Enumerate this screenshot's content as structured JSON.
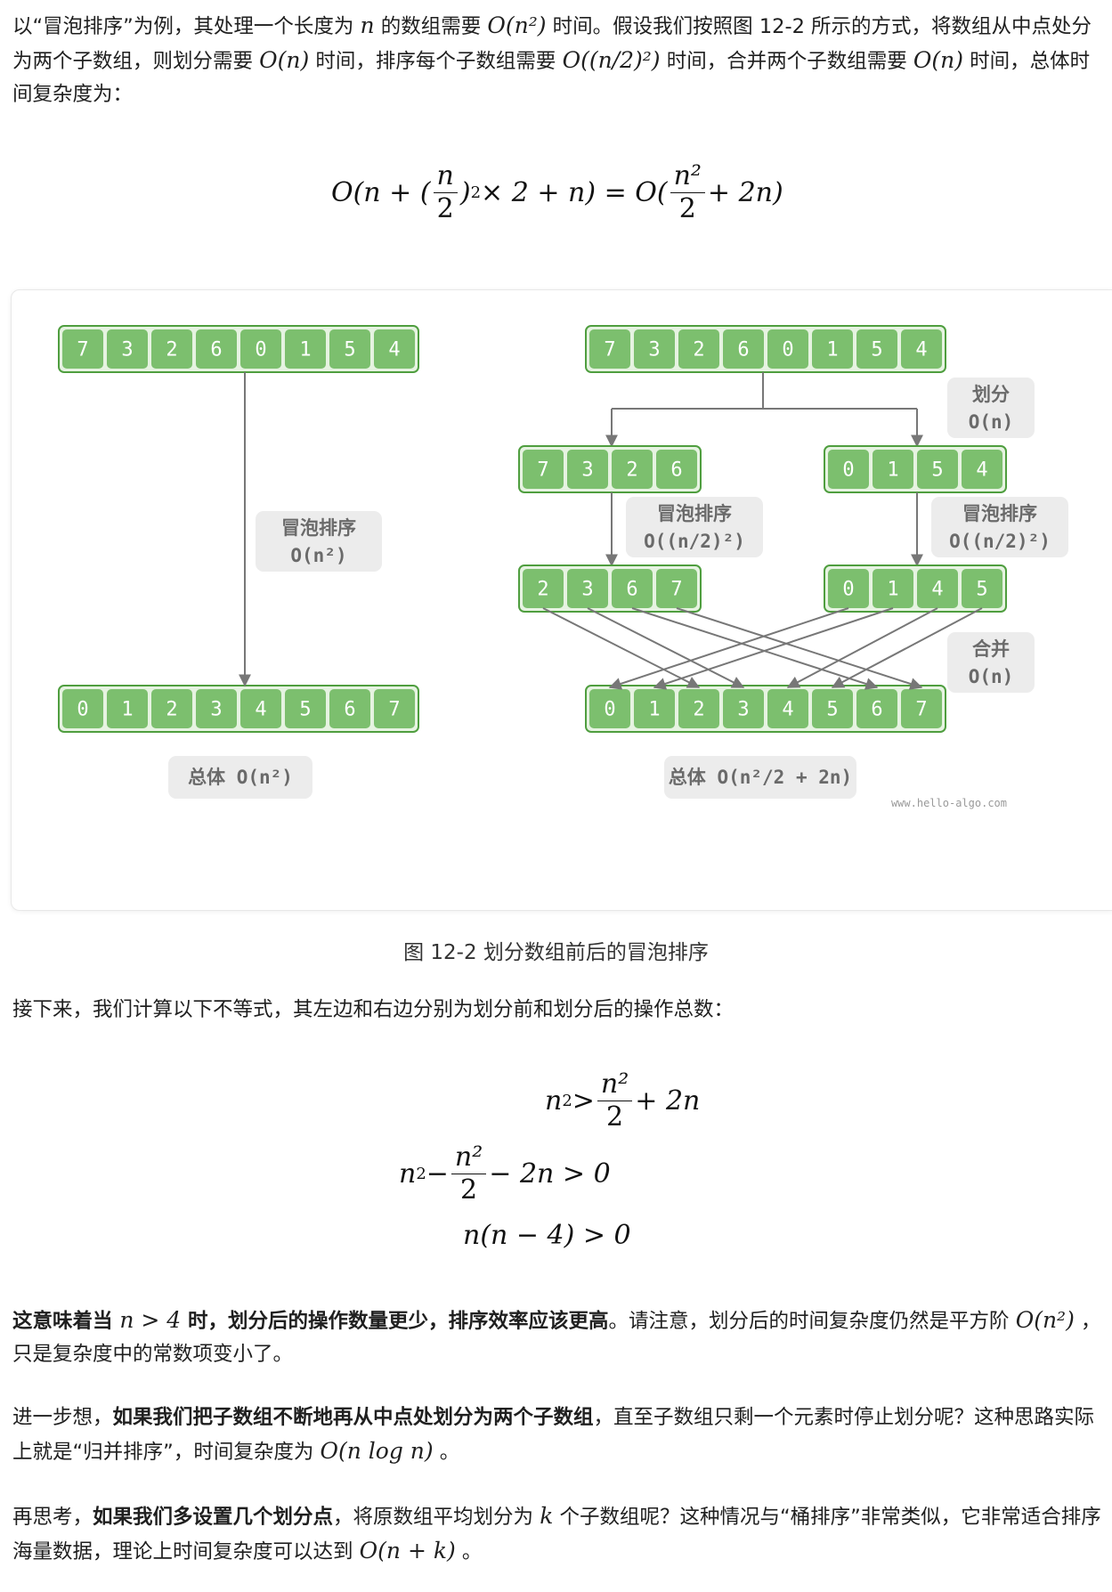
{
  "para1": {
    "part_a": "以“冒泡排序”为例，其处理一个长度为 ",
    "var_n": "n",
    "part_b": " 的数组需要 ",
    "expr_on2": "O(n²)",
    "part_c": " 时间。假设我们按照图 12-2 所示的方式，将数组从中点处分为两个子数组，则划分需要 ",
    "expr_on": "O(n)",
    "part_d": " 时间，排序每个子数组需要 ",
    "expr_onhalf2": "O((n/2)²)",
    "part_e": " 时间，合并两个子数组需要 ",
    "expr_on_b": "O(n)",
    "part_f": " 时间，总体时间复杂度为："
  },
  "formula1": {
    "left_a": "O(n + (",
    "frac1_num": "n",
    "frac1_den": "2",
    "left_b": ")",
    "left_sup": "2",
    "left_c": " × 2 + n) = O(",
    "frac2_num": "n²",
    "frac2_den": "2",
    "right_b": " + 2n)"
  },
  "figure": {
    "left_top_array": [
      "7",
      "3",
      "2",
      "6",
      "0",
      "1",
      "5",
      "4"
    ],
    "left_bottom_array": [
      "0",
      "1",
      "2",
      "3",
      "4",
      "5",
      "6",
      "7"
    ],
    "left_label_line1": "冒泡排序",
    "left_label_line2": "O(n²)",
    "left_total": "总体  O(n²)",
    "right_top_array": [
      "7",
      "3",
      "2",
      "6",
      "0",
      "1",
      "5",
      "4"
    ],
    "split_label_line1": "划分",
    "split_label_line2": "O(n)",
    "sub_left_array": [
      "7",
      "3",
      "2",
      "6"
    ],
    "sub_right_array": [
      "0",
      "1",
      "5",
      "4"
    ],
    "sort_label_line1": "冒泡排序",
    "sort_label_line2": "O((n/2)²)",
    "sorted_left_array": [
      "2",
      "3",
      "6",
      "7"
    ],
    "sorted_right_array": [
      "0",
      "1",
      "4",
      "5"
    ],
    "merge_label_line1": "合并",
    "merge_label_line2": "O(n)",
    "right_bottom_array": [
      "0",
      "1",
      "2",
      "3",
      "4",
      "5",
      "6",
      "7"
    ],
    "right_total": "总体  O(n²/2 + 2n)",
    "watermark": "www.hello-algo.com"
  },
  "caption": "图 12-2   划分数组前后的冒泡排序",
  "para2": "接下来，我们计算以下不等式，其左边和右边分别为划分前和划分后的操作总数：",
  "formula2": {
    "l1_a": "n",
    "l1_sup": "2",
    "l1_b": " > ",
    "l1_num": "n²",
    "l1_den": "2",
    "l1_c": " + 2n",
    "l2_a": "n",
    "l2_sup": "2",
    "l2_b": " − ",
    "l2_num": "n²",
    "l2_den": "2",
    "l2_c": " − 2n > 0",
    "l3": "n(n − 4) > 0"
  },
  "para3": {
    "bold_a": "这意味着当 ",
    "expr": "n > 4",
    "bold_b": " 时，划分后的操作数量更少，排序效率应该更高",
    "rest_a": "。请注意，划分后的时间复杂度仍然是平方阶 ",
    "expr2": "O(n²)",
    "rest_b": " ，只是复杂度中的常数项变小了。"
  },
  "para4": {
    "a": "进一步想，",
    "bold": "如果我们把子数组不断地再从中点处划分为两个子数组",
    "b": "，直至子数组只剩一个元素时停止划分呢？这种思路实际上就是“归并排序”，时间复杂度为 ",
    "expr": "O(n log n)",
    "c": " 。"
  },
  "para5": {
    "a": "再思考，",
    "bold": "如果我们多设置几个划分点",
    "b": "，将原数组平均划分为 ",
    "var_k": "k",
    "c": " 个子数组呢？这种情况与“桶排序”非常类似，它非常适合排序海量数据，理论上时间复杂度可以达到 ",
    "expr": "O(n + k)",
    "d": " 。"
  },
  "colors": {
    "cell_fill": "#7cbf6e",
    "cell_border": "#4f9e3f",
    "array_bg": "#e6f3e1",
    "label_bg": "#ececec",
    "label_text": "#6a6a6a",
    "arrow": "#777777"
  }
}
